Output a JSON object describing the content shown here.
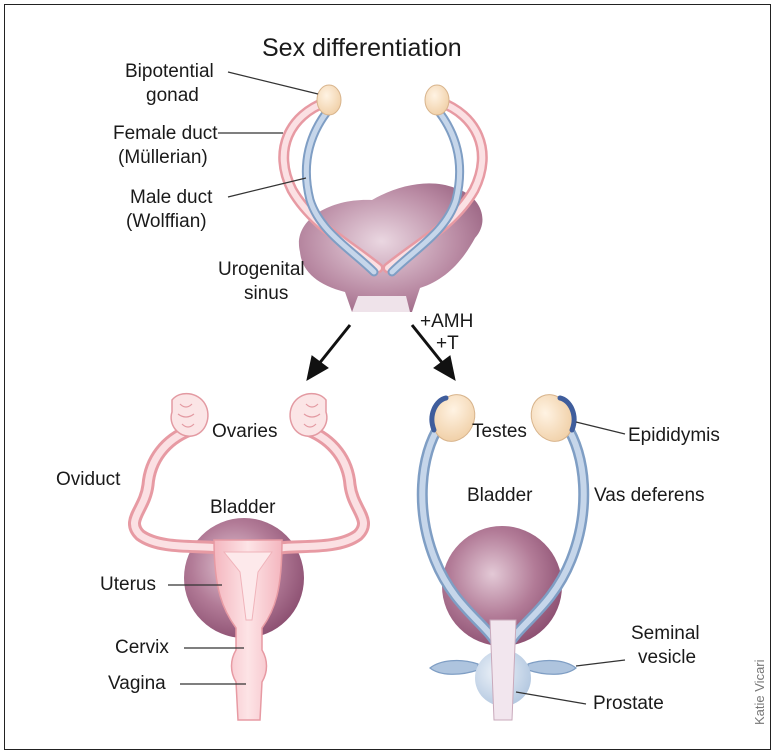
{
  "title": "Sex differentiation",
  "labels": {
    "bipotential_gonad_1": "Bipotential",
    "bipotential_gonad_2": "gonad",
    "female_duct_1": "Female duct",
    "female_duct_2": "(Müllerian)",
    "male_duct_1": "Male duct",
    "male_duct_2": "(Wolffian)",
    "urogenital_sinus_1": "Urogenital",
    "urogenital_sinus_2": "sinus",
    "amh": "+AMH",
    "t": "+T",
    "ovaries": "Ovaries",
    "oviduct": "Oviduct",
    "bladder_female": "Bladder",
    "uterus": "Uterus",
    "cervix": "Cervix",
    "vagina": "Vagina",
    "testes": "Testes",
    "epididymis": "Epididymis",
    "bladder_male": "Bladder",
    "vas_deferens": "Vas deferens",
    "seminal_vesicle_1": "Seminal",
    "seminal_vesicle_2": "vesicle",
    "prostate": "Prostate"
  },
  "credit": "Katie Vicari",
  "colors": {
    "female_duct": "#f2b8bc",
    "male_duct": "#a9c2dd",
    "bladder": "#9c5c7f",
    "gonad": "#f6dcbc"
  }
}
